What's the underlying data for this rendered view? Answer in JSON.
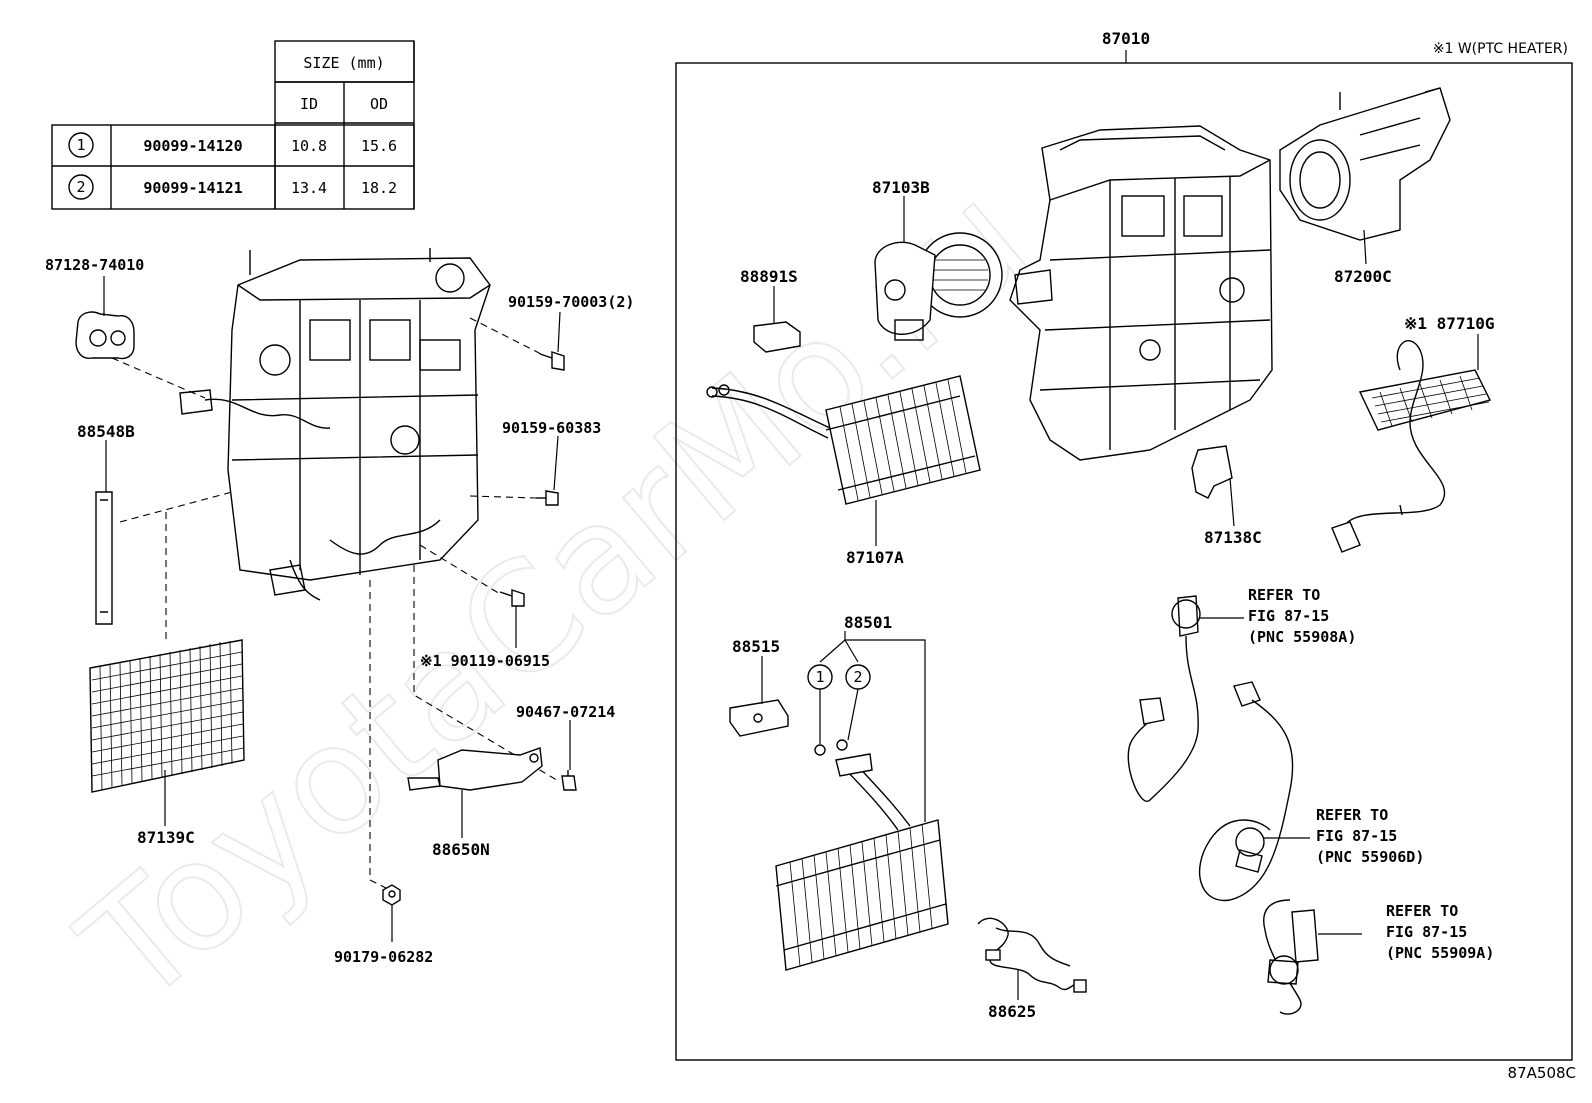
{
  "watermark": "ToyotaCarMo.ru",
  "table": {
    "header_size": "SIZE (mm)",
    "col_id": "ID",
    "col_od": "OD",
    "rows": [
      {
        "index": "1",
        "part": "90099-14120",
        "id": "10.8",
        "od": "15.6"
      },
      {
        "index": "2",
        "part": "90099-14121",
        "id": "13.4",
        "od": "18.2"
      }
    ]
  },
  "box": {
    "assembly": "87010",
    "note": "※1 W(PTC HEATER)"
  },
  "labels": {
    "p87128": "87128-74010",
    "p90159_70003": "90159-70003(2)",
    "p88548": "88548B",
    "p90159_60383": "90159-60383",
    "p90119": "※1 90119-06915",
    "p90467": "90467-07214",
    "p87139": "87139C",
    "p88650": "88650N",
    "p90179": "90179-06282",
    "p87103": "87103B",
    "p88891": "88891S",
    "p87200": "87200C",
    "p87710": "※1 87710G",
    "p87107": "87107A",
    "p87138": "87138C",
    "p88515": "88515",
    "p88501": "88501",
    "p88501_c1": "1",
    "p88501_c2": "2",
    "p88625": "88625"
  },
  "refers": [
    {
      "l1": "REFER TO",
      "l2": "FIG 87-15",
      "l3": "(PNC 55908A)"
    },
    {
      "l1": "REFER TO",
      "l2": "FIG 87-15",
      "l3": "(PNC 55906D)"
    },
    {
      "l1": "REFER TO",
      "l2": "FIG 87-15",
      "l3": "(PNC 55909A)"
    }
  ],
  "figure_code": "87A508C"
}
